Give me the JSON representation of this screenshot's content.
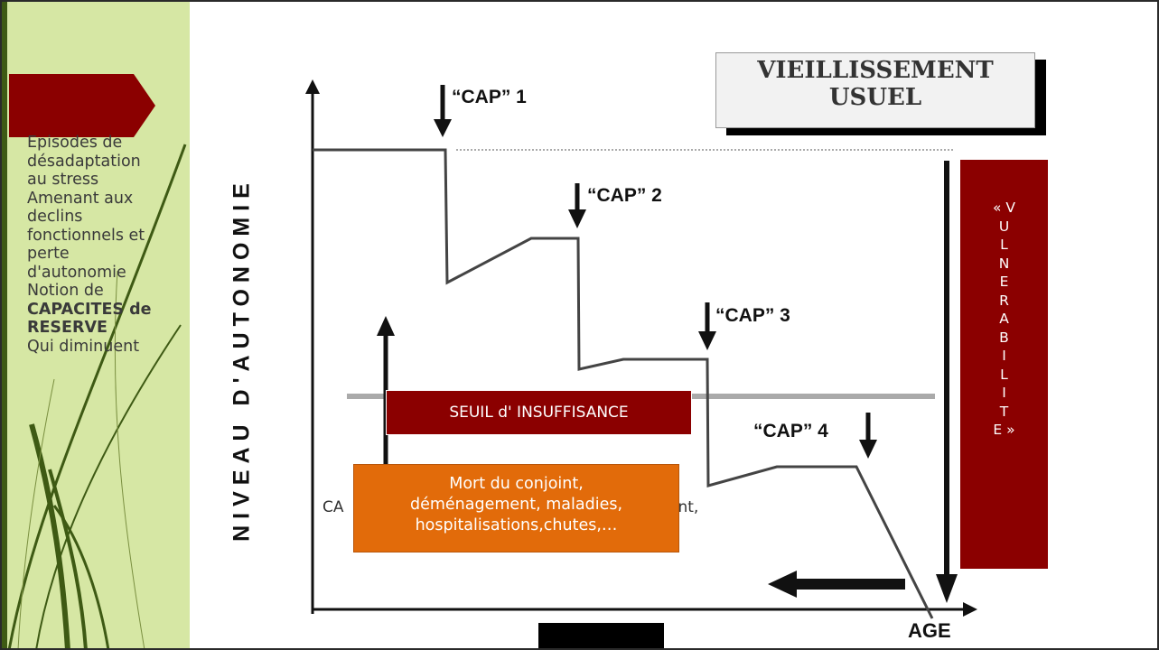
{
  "sidebar": {
    "lines": [
      "Episodes de",
      "désadaptation",
      "au stress",
      "Amenant aux",
      "declins",
      "fonctionnels et",
      "perte",
      "d'autonomie",
      "Notion de"
    ],
    "bold_lines": [
      "CAPACITES de",
      "RESERVE"
    ],
    "last_line": "Qui diminuent"
  },
  "title": {
    "line1": "VIEILLISSEMENT",
    "line2": "USUEL"
  },
  "axes": {
    "y_label": "NIVEAU D'AUTONOMIE",
    "x_label": "AGE"
  },
  "caps": {
    "cap1": "“CAP” 1",
    "cap2": "“CAP” 2",
    "cap3": "“CAP” 3",
    "cap4": "“CAP” 4"
  },
  "seuil_label": "SEUIL d' INSUFFISANCE",
  "cap_partial": {
    "left": "CA",
    "right": "ent,"
  },
  "events": {
    "line1": "Mort du conjoint,",
    "line2": "déménagement, maladies,",
    "line3": "hospitalisations,chutes,…"
  },
  "vulnerabilite": [
    "« V",
    "U",
    "L",
    "N",
    "E",
    "R",
    "A",
    "B",
    "I",
    "L",
    "I",
    "T",
    "E »"
  ],
  "colors": {
    "sidebar_bg": "#d6e7a4",
    "dark_red": "#8b0000",
    "orange": "#e26b0a",
    "threshold_gray": "#aaaaaa"
  }
}
